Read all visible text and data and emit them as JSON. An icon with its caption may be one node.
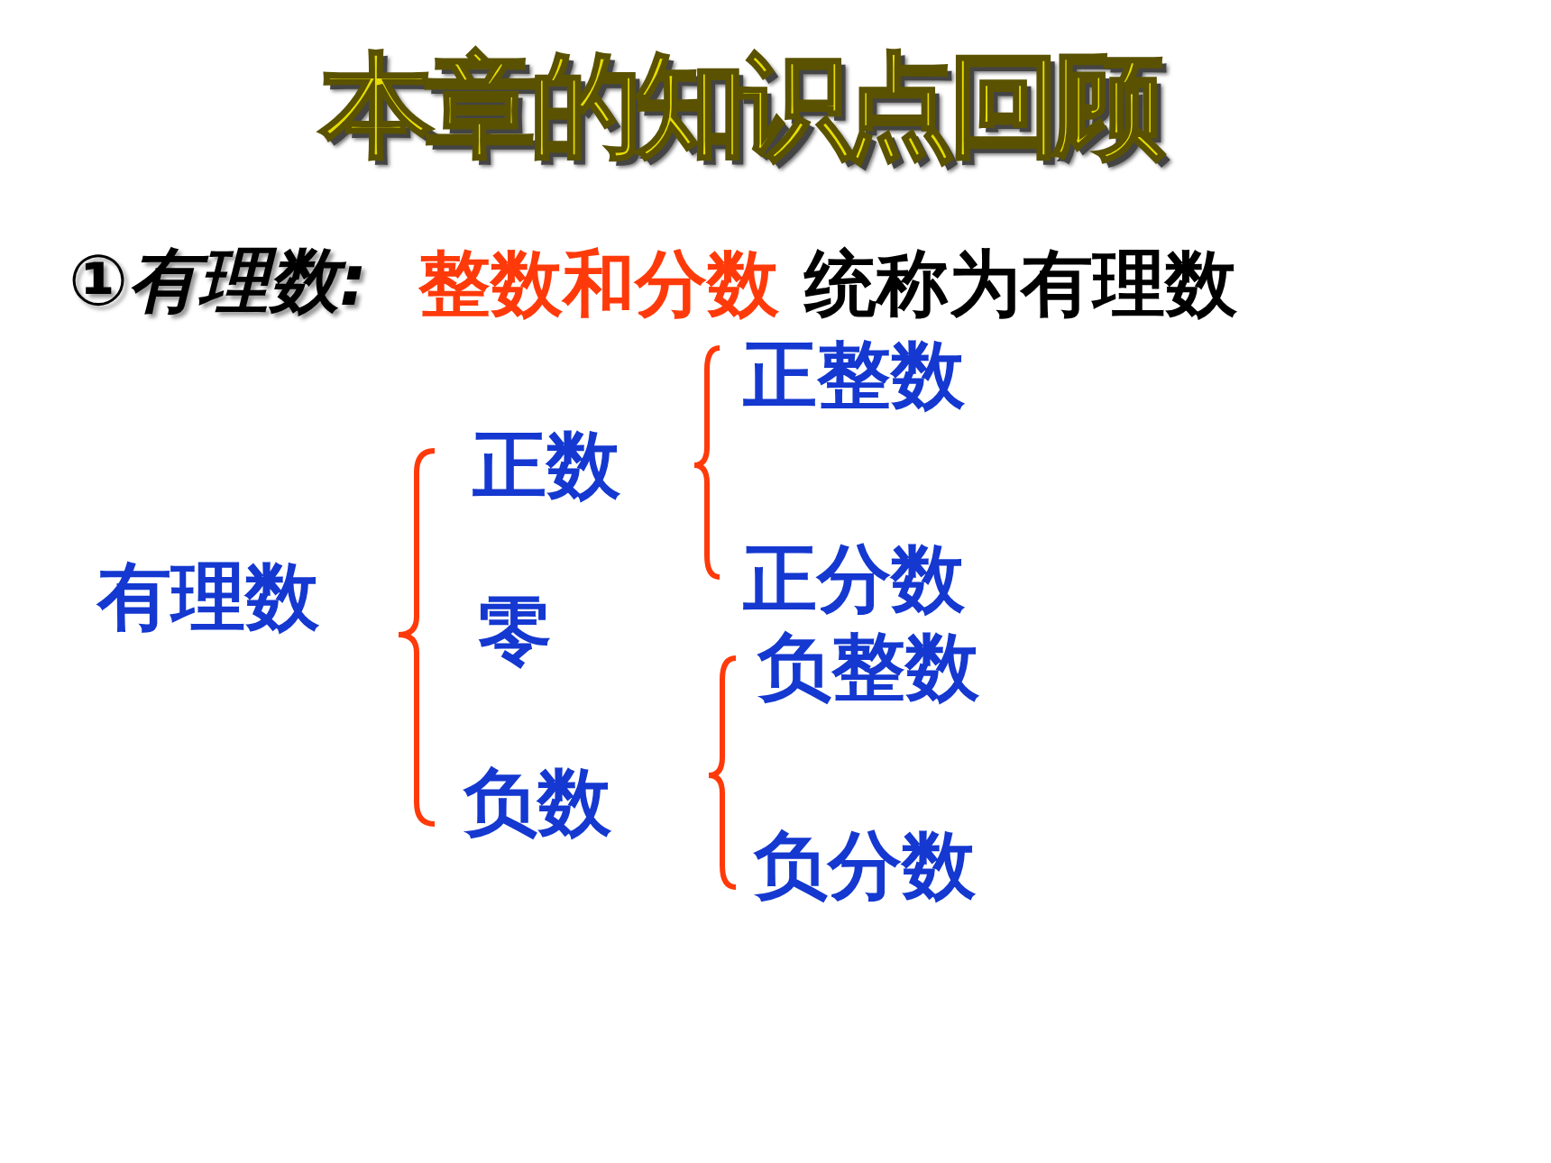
{
  "diagram": {
    "title": "本章的知识点回顾",
    "labels": [
      "①有理数:",
      "整数和分数",
      "统称为有理数",
      "有理数",
      "正数",
      "零",
      "负数",
      "正整数",
      "正分数",
      "负整数",
      "负分数"
    ]
  }
}
